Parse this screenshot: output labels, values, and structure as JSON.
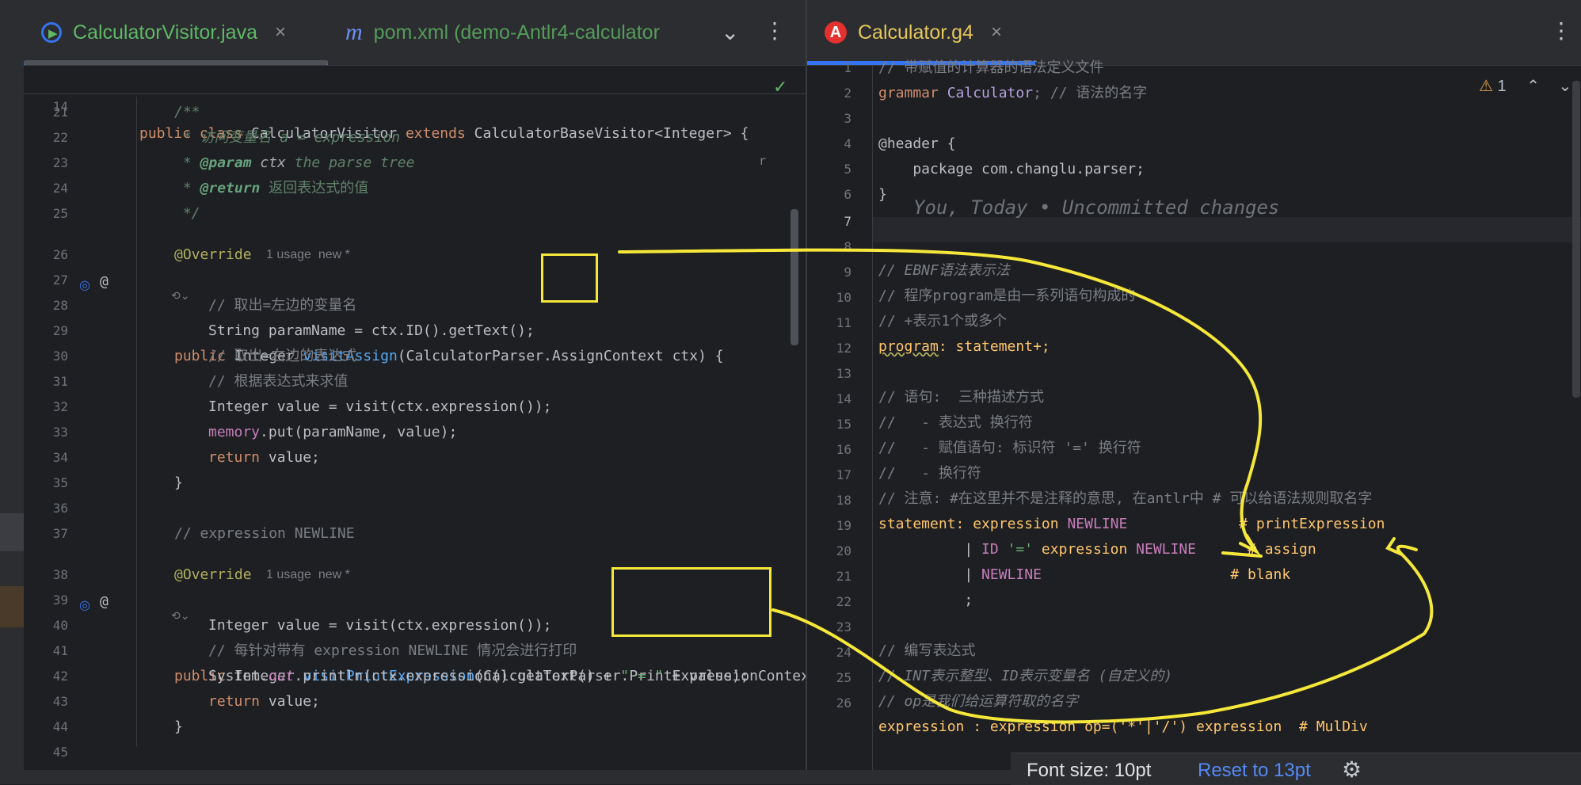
{
  "colors": {
    "bg": "#1e1f22",
    "panel": "#2b2d30",
    "accent_blue": "#3574f0",
    "annotation_yellow": "#f5e83a",
    "tab_active_text": "#5fb865"
  },
  "left_editor": {
    "tabs": [
      {
        "label": "CalculatorVisitor.java",
        "icon": "java-class-icon",
        "close": "×"
      },
      {
        "label": "pom.xml (demo-Antlr4-calculator",
        "icon": "maven-m-icon"
      }
    ],
    "sticky_line": {
      "num": "14",
      "p1": "public class",
      "p2": " CalculatorVisitor ",
      "p3": "extends",
      "p4": " CalculatorBaseVisitor<Integer> {"
    },
    "sticky_extra": "r",
    "inlay_1": "1 usage  new *",
    "inlay_2": "1 usage  new *",
    "lines": {
      "21": "/**",
      "22a": " * 访问变量名 ",
      "22b": "a = expression",
      "23a": " * ",
      "23b": "@param",
      "23c": " ctx",
      "23d": " the parse tree",
      "24a": " * ",
      "24b": "@return",
      "24c": " 返回表达式的值",
      "25": " */",
      "26": "@Override",
      "27a": "public",
      "27b": " Integer ",
      "27c": "visitAssign",
      "27d": "(CalculatorParser.AssignContext ctx) {",
      "28": "// 取出=左边的变量名",
      "29": "String paramName = ctx.ID().getText();",
      "30": "// 取出=右边的表达式",
      "31": "// 根据表达式来求值",
      "32": "Integer value = visit(ctx.expression());",
      "33a": "memory",
      "33b": ".put(paramName, value);",
      "34a": "return",
      "34b": " value;",
      "35": "}",
      "37": "// expression NEWLINE",
      "38": "@Override",
      "39a": "public",
      "39b": " Integer ",
      "39c": "visitPrintExpression",
      "39d": "(CalculatorParser.PrintExpressionContex",
      "40": "Integer value = visit(ctx.expression());",
      "41": "// 每针对带有 expression NEWLINE 情况会进行打印",
      "42a": "System.",
      "42b": "out",
      "42c": ".println(ctx.expression().getText() + ",
      "42d": "\" = \"",
      "42e": " + value);",
      "43a": "return",
      "43b": " value;",
      "44": "}"
    },
    "line_numbers": [
      "21",
      "22",
      "23",
      "24",
      "25",
      "26",
      "27",
      "28",
      "29",
      "30",
      "31",
      "32",
      "33",
      "34",
      "35",
      "36",
      "37",
      "38",
      "39",
      "40",
      "41",
      "42",
      "43",
      "44",
      "45"
    ]
  },
  "right_editor": {
    "tab": {
      "label": "Calculator.g4",
      "icon": "antlr-icon",
      "close": "×"
    },
    "warning_count": "1",
    "blame": "You, Today • Uncommitted changes",
    "lines": {
      "1": "// 带赋值的计算器的语法定义文件",
      "2a": "grammar",
      "2b": " Calculator",
      "2c": "; // 语法的名字",
      "4a": "@header",
      "4b": " {",
      "5": "    package com.changlu.parser;",
      "6": "}",
      "8": "// EBNF语法表示法",
      "9": "// 程序program是由一系列语句构成的",
      "10": "// +表示1个或多个",
      "11a": "program",
      "11b": ": statement+;",
      "13": "// 语句:  三种描述方式",
      "14": "//   - 表达式 换行符",
      "15": "//   - 赋值语句: 标识符 '=' 换行符",
      "16": "//   - 换行符",
      "17": "// 注意: #在这里并不是注释的意思, 在antlr中 # 可以给语法规则取名字",
      "18a": "statement",
      "18b": ": expression ",
      "18c": "NEWLINE",
      "18d": "             # printExpression",
      "19a": "          | ",
      "19b": "ID",
      "19c": " '='",
      "19d": " expression ",
      "19e": "NEWLINE",
      "19f": "      # assign",
      "20a": "          | ",
      "20b": "NEWLINE",
      "20c": "                      # blank",
      "21": "          ;",
      "23": "// 编写表达式",
      "24": "// INT表示整型、ID表示变量名 (自定义的)",
      "25": "// op是我们给运算符取的名字",
      "26a": "expression",
      "26b": " : expression op=('*'|'/') expression  # MulDiv"
    },
    "line_numbers": [
      "1",
      "2",
      "3",
      "4",
      "5",
      "6",
      "7",
      "8",
      "9",
      "10",
      "11",
      "12",
      "13",
      "14",
      "15",
      "16",
      "17",
      "18",
      "19",
      "20",
      "21",
      "22",
      "23",
      "24",
      "25",
      "26"
    ]
  },
  "font_popup": {
    "label": "Font size: 10pt",
    "reset": "Reset to 13pt"
  }
}
